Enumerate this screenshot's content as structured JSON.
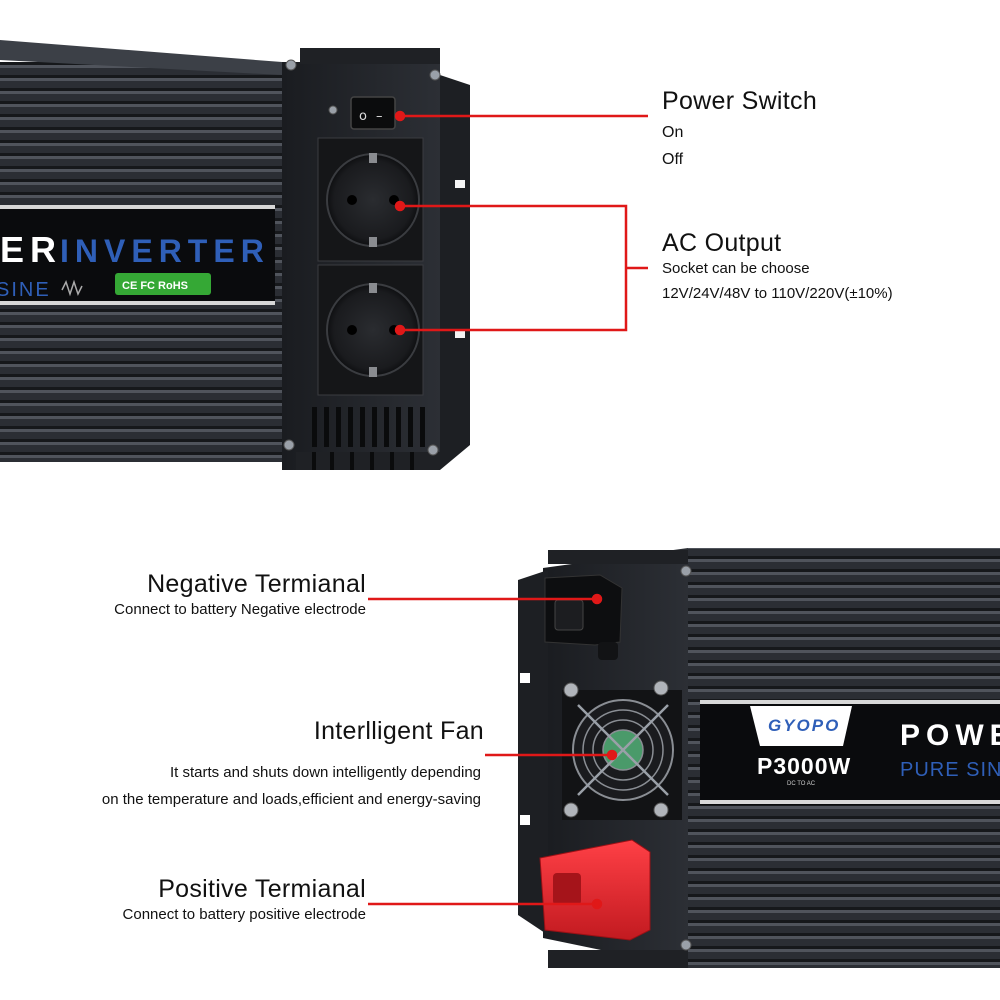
{
  "power_switch": {
    "title": "Power Switch",
    "on": "On",
    "off": "Off"
  },
  "ac_output": {
    "title": "AC Output",
    "line1": "Socket can be choose",
    "line2": "12V/24V/48V to 110V/220V(±10%)"
  },
  "negative_terminal": {
    "title": "Negative Termianal",
    "desc": "Connect to battery Negative electrode"
  },
  "fan": {
    "title": "Interlligent Fan",
    "line1": "It starts and shuts down intelligently depending",
    "line2": "on the temperature and loads,efficient and energy-saving"
  },
  "positive_terminal": {
    "title": "Positive Termianal",
    "desc": "Connect to battery positive electrode"
  },
  "device_top": {
    "label_main": "ER INVERTER",
    "label_sub": "SINE",
    "cert": "CE  FC  RoHS"
  },
  "device_bottom": {
    "brand": "GYOPO",
    "model": "P3000W",
    "model_sub": "DC TO AC",
    "label_main": "POWER",
    "label_sub": "PURE SINE"
  },
  "colors": {
    "callout": "#e01818",
    "body_dark": "#2a2d33",
    "label_blue": "#2f5fb8",
    "terminal_red": "#e0242b"
  }
}
